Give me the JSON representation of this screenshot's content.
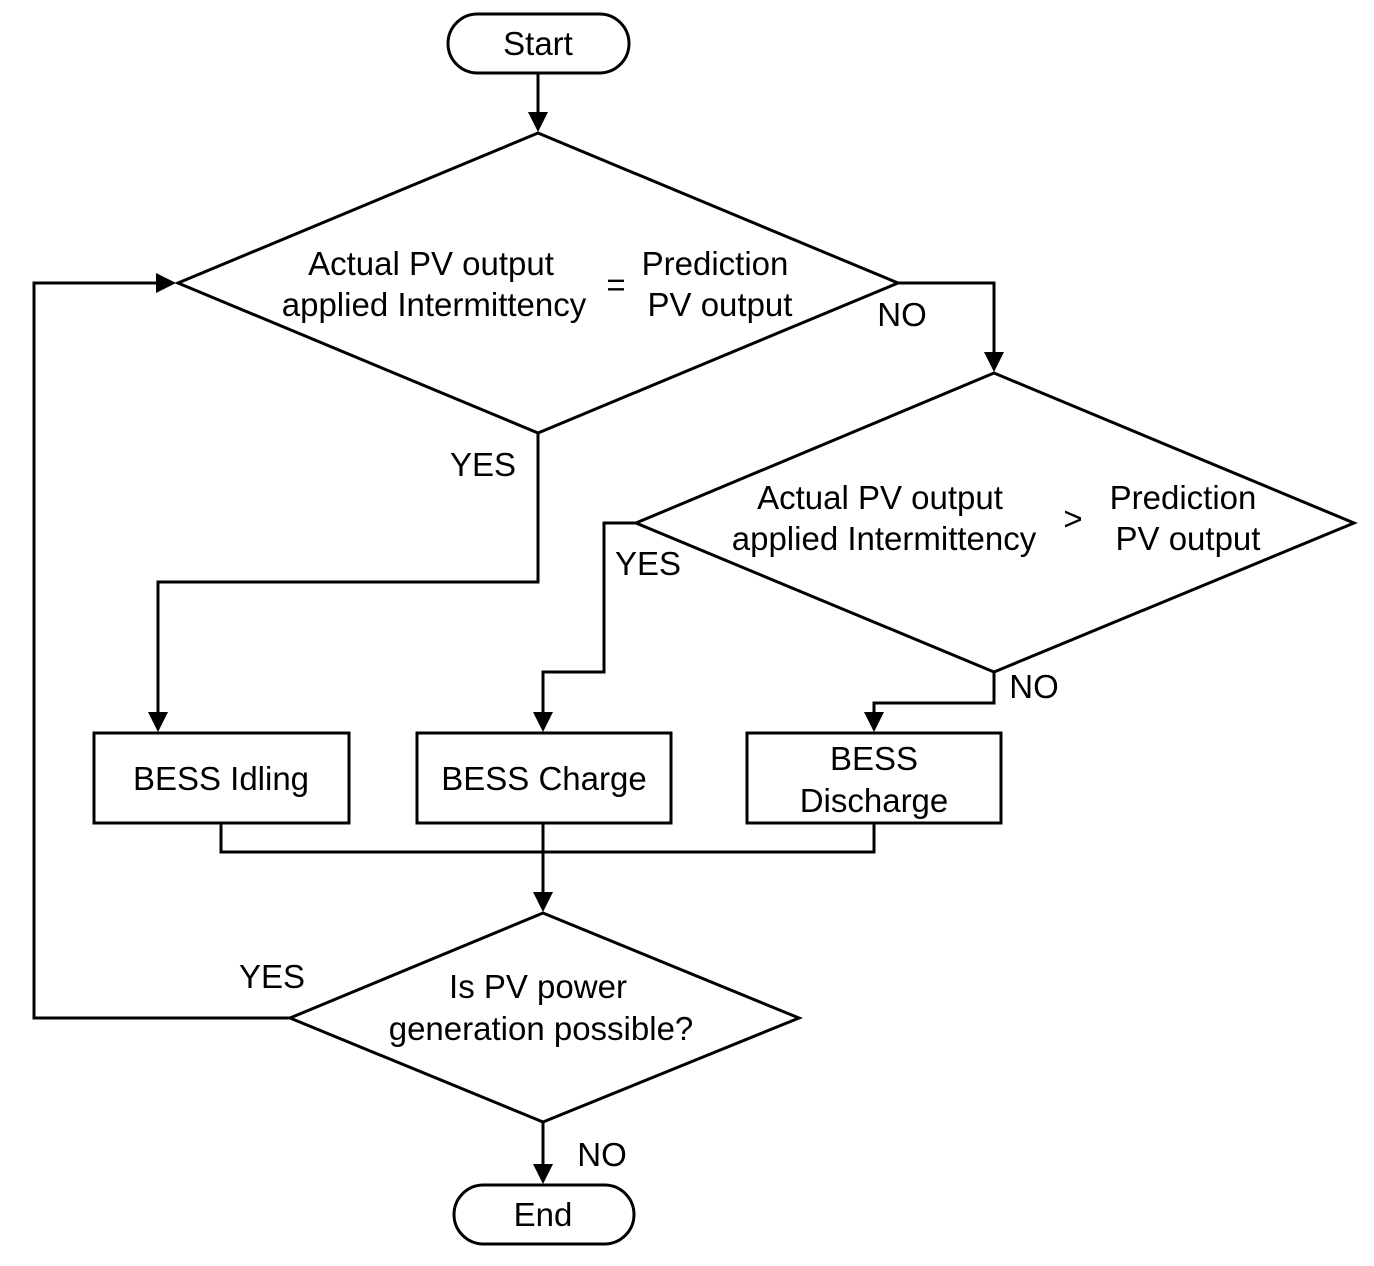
{
  "nodes": {
    "start": {
      "label": "Start"
    },
    "decision1": {
      "left_lines": [
        "Actual PV output",
        "applied Intermittency"
      ],
      "operator": "=",
      "right_lines": [
        "Prediction",
        "PV output"
      ]
    },
    "decision2": {
      "left_lines": [
        "Actual PV output",
        "applied Intermittency"
      ],
      "operator": ">",
      "right_lines": [
        "Prediction",
        "PV output"
      ]
    },
    "idle": {
      "label": "BESS Idling"
    },
    "charge": {
      "label": "BESS Charge"
    },
    "discharge": {
      "lines": [
        "BESS",
        "Discharge"
      ]
    },
    "decision3": {
      "lines": [
        "Is PV power",
        "generation possible?"
      ]
    },
    "end": {
      "label": "End"
    }
  },
  "edge_labels": {
    "d1_no": "NO",
    "d1_yes": "YES",
    "d2_yes": "YES",
    "d2_no": "NO",
    "d3_yes": "YES",
    "d3_no": "NO"
  }
}
